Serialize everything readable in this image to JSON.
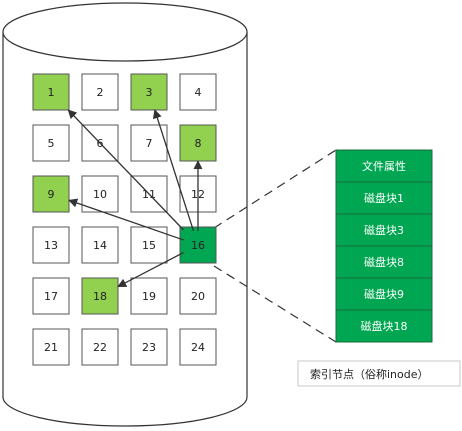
{
  "blocks": [
    {
      "label": "1",
      "state": "used"
    },
    {
      "label": "2",
      "state": "free"
    },
    {
      "label": "3",
      "state": "used"
    },
    {
      "label": "4",
      "state": "free"
    },
    {
      "label": "5",
      "state": "free"
    },
    {
      "label": "6",
      "state": "free"
    },
    {
      "label": "7",
      "state": "free"
    },
    {
      "label": "8",
      "state": "used"
    },
    {
      "label": "9",
      "state": "used"
    },
    {
      "label": "10",
      "state": "free"
    },
    {
      "label": "11",
      "state": "free"
    },
    {
      "label": "12",
      "state": "free"
    },
    {
      "label": "13",
      "state": "free"
    },
    {
      "label": "14",
      "state": "free"
    },
    {
      "label": "15",
      "state": "free"
    },
    {
      "label": "16",
      "state": "index"
    },
    {
      "label": "17",
      "state": "free"
    },
    {
      "label": "18",
      "state": "used"
    },
    {
      "label": "19",
      "state": "free"
    },
    {
      "label": "20",
      "state": "free"
    },
    {
      "label": "21",
      "state": "free"
    },
    {
      "label": "22",
      "state": "free"
    },
    {
      "label": "23",
      "state": "free"
    },
    {
      "label": "24",
      "state": "free"
    }
  ],
  "index_block": "16",
  "pointer_targets": [
    "1",
    "3",
    "8",
    "9",
    "18"
  ],
  "inode_panel": {
    "rows": [
      "文件属性",
      "磁盘块1",
      "磁盘块3",
      "磁盘块8",
      "磁盘块9",
      "磁盘块18"
    ],
    "caption": "索引节点（俗称inode）"
  },
  "colors": {
    "used": "#92d050",
    "index": "#00a651",
    "panel": "#00a651",
    "free": "#ffffff",
    "outline": "#555555"
  }
}
